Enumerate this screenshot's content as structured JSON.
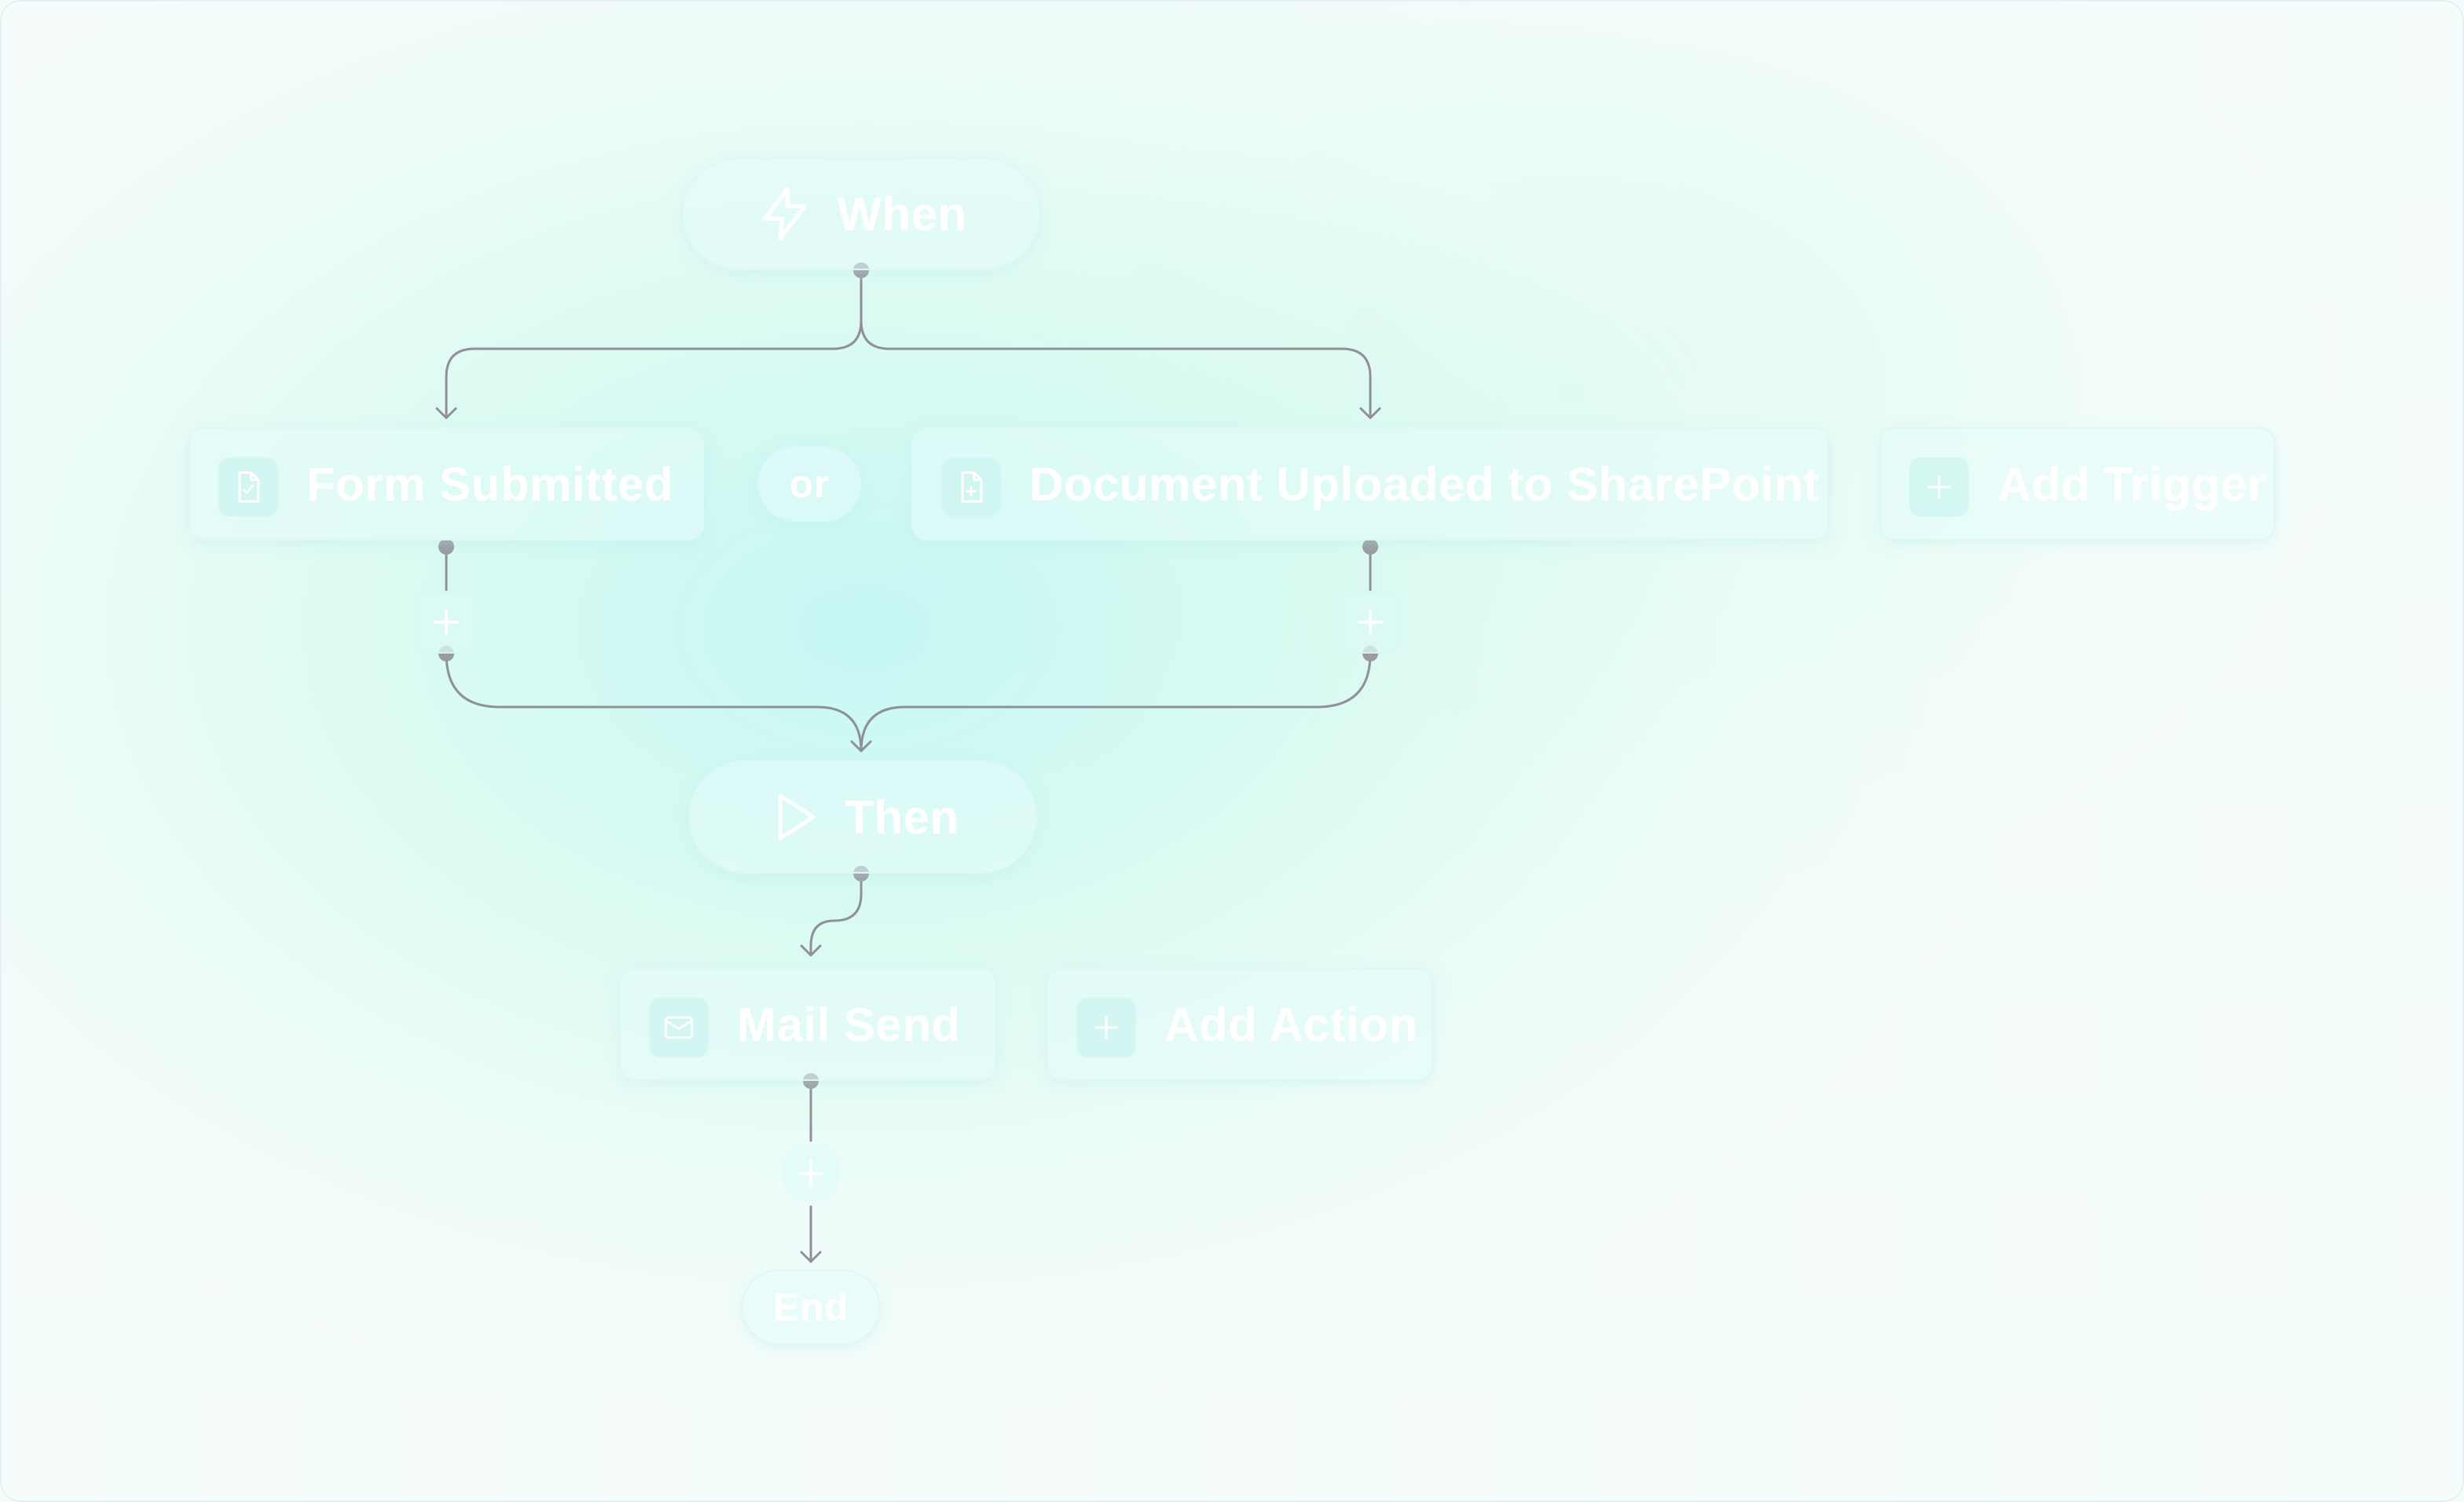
{
  "flow": {
    "when": {
      "label": "When",
      "icon": "lightning-icon"
    },
    "triggers": [
      {
        "label": "Form Submitted",
        "icon": "form-document-icon"
      },
      {
        "label": "Document Uploaded to SharePoint",
        "icon": "document-icon"
      },
      {
        "label": "Add Trigger",
        "icon": "plus-icon"
      }
    ],
    "or_label": "or",
    "then": {
      "label": "Then",
      "icon": "play-icon"
    },
    "actions": [
      {
        "label": "Mail Send",
        "icon": "mail-icon"
      },
      {
        "label": "Add Action",
        "icon": "plus-icon"
      }
    ],
    "end": {
      "label": "End"
    }
  },
  "colors": {
    "connector": "#8f9196",
    "connector_dot": "#9a9aa2",
    "node_text": "#ffffff",
    "accent_bg": "#dff9f5"
  }
}
